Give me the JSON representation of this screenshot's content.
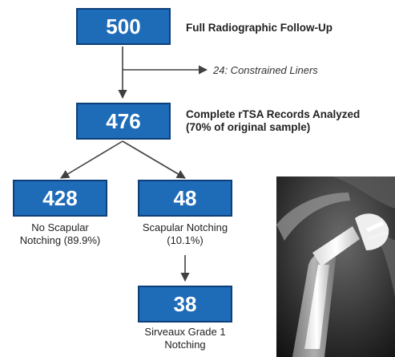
{
  "boxes": {
    "top": "500",
    "second": "476",
    "left": "428",
    "right": "48",
    "bottom": "38"
  },
  "labels": {
    "top": "Full Radiographic Follow-Up",
    "excluded": "24: Constrained Liners",
    "second_line1": "Complete rTSA Records Analyzed",
    "second_line2": "(70% of original sample)",
    "left_line1": "No Scapular",
    "left_line2": "Notching (89.9%)",
    "right_line1": "Scapular Notching",
    "right_line2": "(10.1%)",
    "bottom_line1": "Sirveaux Grade 1",
    "bottom_line2": "Notching"
  },
  "colors": {
    "box_fill": "#1e6bb8",
    "box_border": "#0d3f78",
    "arrow": "#404040"
  },
  "image": {
    "icon": "shoulder-xray-image"
  }
}
